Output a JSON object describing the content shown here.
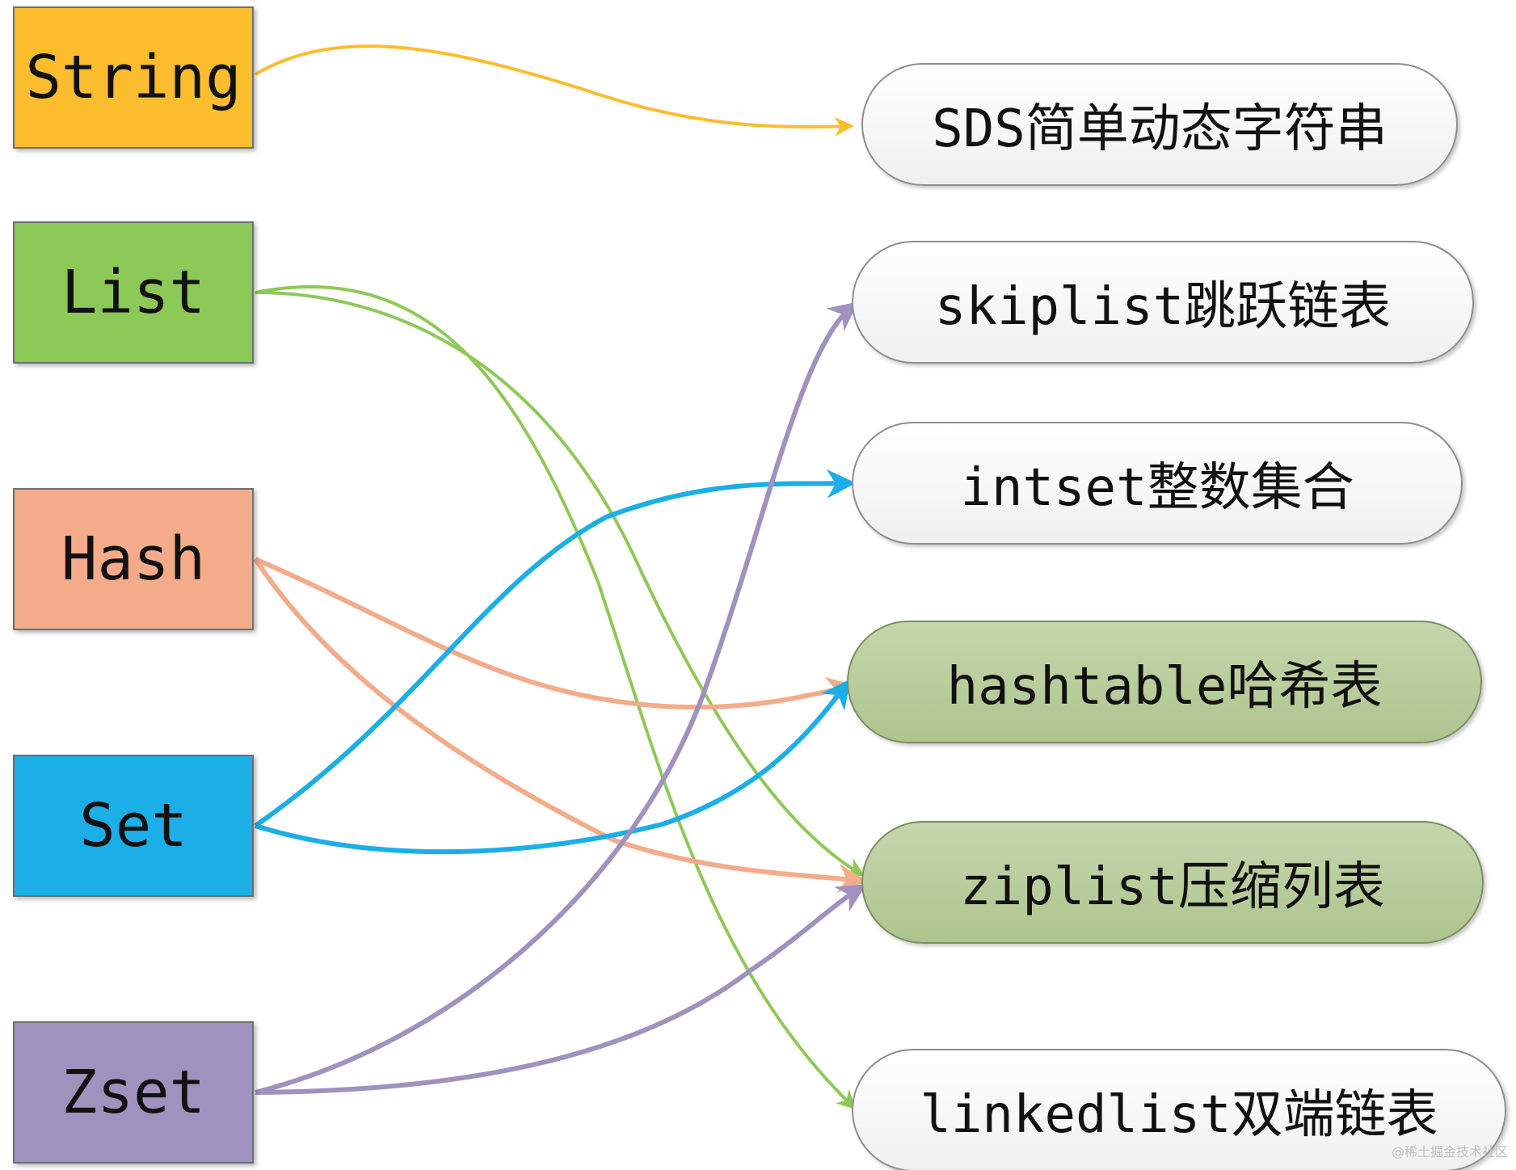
{
  "types": [
    {
      "id": "string",
      "label": "String",
      "color": "#fbbd2e"
    },
    {
      "id": "list",
      "label": "List",
      "color": "#8dc956"
    },
    {
      "id": "hash",
      "label": "Hash",
      "color": "#f4ab89"
    },
    {
      "id": "set",
      "label": "Set",
      "color": "#1caee6"
    },
    {
      "id": "zset",
      "label": "Zset",
      "color": "#9f92be"
    }
  ],
  "structures": [
    {
      "id": "sds",
      "label": "SDS简单动态字符串",
      "style": "plain"
    },
    {
      "id": "skiplist",
      "label": "skiplist跳跃链表",
      "style": "plain"
    },
    {
      "id": "intset",
      "label": "intset整数集合",
      "style": "plain"
    },
    {
      "id": "hashtable",
      "label": "hashtable哈希表",
      "style": "green"
    },
    {
      "id": "ziplist",
      "label": "ziplist压缩列表",
      "style": "green"
    },
    {
      "id": "linkedlist",
      "label": "linkedlist双端链表",
      "style": "plain"
    }
  ],
  "connections": [
    {
      "from": "string",
      "to": "sds",
      "color": "#fbbd2e"
    },
    {
      "from": "list",
      "to": "ziplist",
      "color": "#8dc956"
    },
    {
      "from": "list",
      "to": "linkedlist",
      "color": "#8dc956"
    },
    {
      "from": "hash",
      "to": "hashtable",
      "color": "#f4ab89"
    },
    {
      "from": "hash",
      "to": "ziplist",
      "color": "#f4ab89"
    },
    {
      "from": "set",
      "to": "intset",
      "color": "#1caee6"
    },
    {
      "from": "set",
      "to": "hashtable",
      "color": "#1caee6"
    },
    {
      "from": "zset",
      "to": "skiplist",
      "color": "#9f92be"
    },
    {
      "from": "zset",
      "to": "ziplist",
      "color": "#9f92be"
    }
  ],
  "watermark": "@稀土掘金技术社区"
}
